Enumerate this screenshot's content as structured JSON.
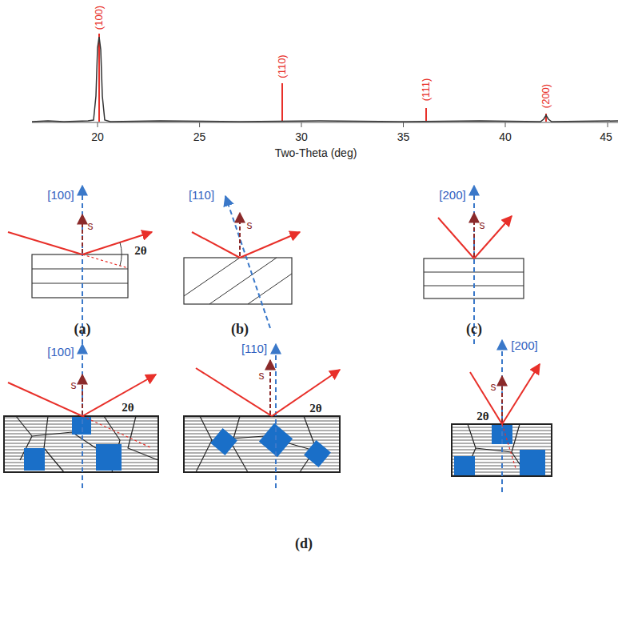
{
  "diagram": {
    "labels": [
      "(100)",
      "(110)",
      "(111)",
      "(200)",
      "20",
      "25",
      "30",
      "35",
      "40",
      "45",
      "Two-Theta (deg)",
      "[100]",
      "s",
      "2θ",
      "(a)",
      "[110]",
      "s",
      "(b)",
      "[200]",
      "s",
      "(c)",
      "[100]",
      "s",
      "2θ",
      "[110]",
      "s",
      "2θ",
      "[200]",
      "s",
      "2θ",
      "(d)"
    ]
  }
}
